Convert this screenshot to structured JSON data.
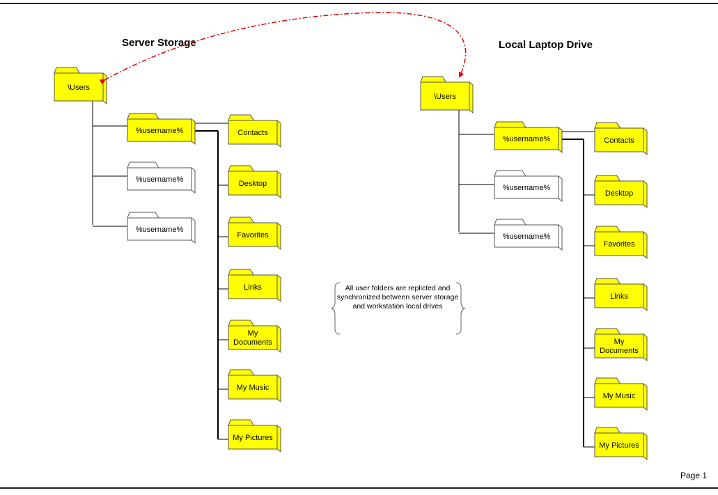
{
  "titles": {
    "server": "Server Storage",
    "local": "Local Laptop Drive"
  },
  "footer": {
    "page": "Page 1"
  },
  "note": "All user folders are replicted and synchronized between server storage and workstation local drives",
  "colors": {
    "active_folder": "#FFFF00",
    "inactive_folder": "#FFFFFF",
    "sync_arrow": "#E00000"
  },
  "server_tree": {
    "root": "\\Users",
    "user_active": "%username%",
    "user_others": [
      "%username%",
      "%username%"
    ],
    "subfolders": [
      "Contacts",
      "Desktop",
      "Favorites",
      "Links",
      "My Documents",
      "My Music",
      "My Pictures"
    ]
  },
  "local_tree": {
    "root": "\\Users",
    "user_active": "%username%",
    "user_others": [
      "%username%",
      "%username%"
    ],
    "subfolders": [
      "Contacts",
      "Desktop",
      "Favorites",
      "Links",
      "My Documents",
      "My Music",
      "My Pictures"
    ]
  }
}
